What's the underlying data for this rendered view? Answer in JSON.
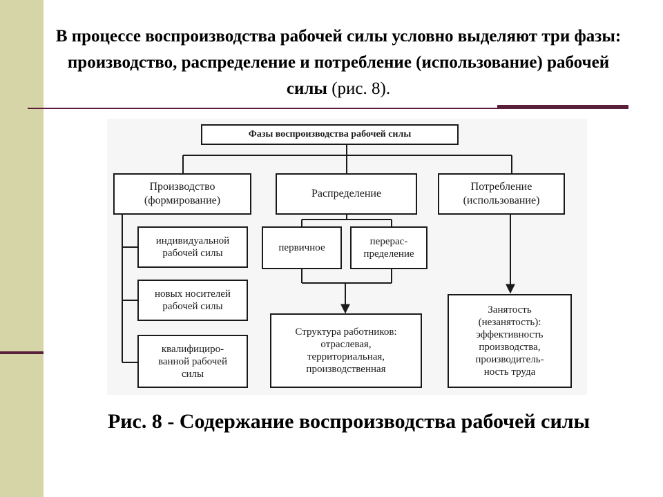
{
  "intro": {
    "bold": "В процессе воспроизводства рабочей силы условно выделяют три фазы: производство, распределение и потребление (использование) рабочей силы",
    "ref": " (рис. 8)."
  },
  "diagram": {
    "top": "Фазы воспроизводства рабочей силы",
    "production": "Производство\n(формирование)",
    "distribution": "Распределение",
    "consumption": "Потребление\n(использование)",
    "individual": "индивидуальной\nрабочей силы",
    "new_carriers": "новых носителей\nрабочей силы",
    "qualified": "квалифициро-\nванной рабочей\nсилы",
    "primary": "первичное",
    "redistribution": "перерас-\nпределение",
    "structure": "Структура работников:\nотраслевая,\nтерриториальная,\nпроизводственная",
    "employment": "Занятость\n(незанятость):\nэффективность\nпроизводства,\nпроизводитель-\nность труда"
  },
  "caption": "Рис. 8 - Содержание воспроизводства рабочей силы"
}
